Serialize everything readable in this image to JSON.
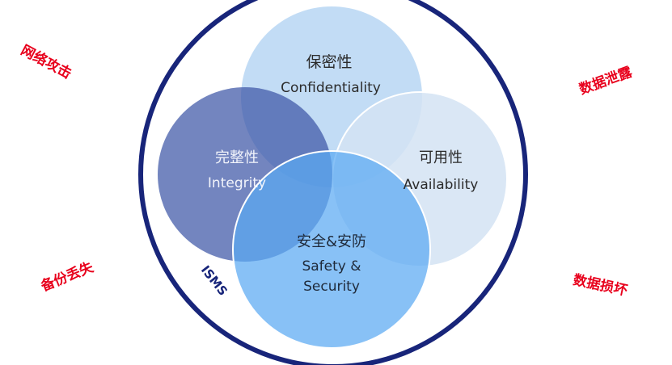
{
  "diagram": {
    "system_label": "ISMS",
    "circles": {
      "confidentiality": {
        "cn": "保密性",
        "en": "Confidentiality",
        "color": "#b7d6f3"
      },
      "availability": {
        "cn": "可用性",
        "en": "Availability",
        "color": "#d4e3f3"
      },
      "integrity": {
        "cn": "完整性",
        "en": "Integrity",
        "color": "#5c72b4"
      },
      "safety": {
        "cn": "安全&安防",
        "en_line1": "Safety &",
        "en_line2": "Security",
        "color": "#7fbaf4"
      }
    },
    "ring_color": "#18257a"
  },
  "threats": {
    "network_attack": "网络攻击",
    "data_leak": "数据泄露",
    "backup_loss": "备份丢失",
    "data_damage": "数据损坏"
  },
  "colors": {
    "threat": "#e8001c"
  }
}
